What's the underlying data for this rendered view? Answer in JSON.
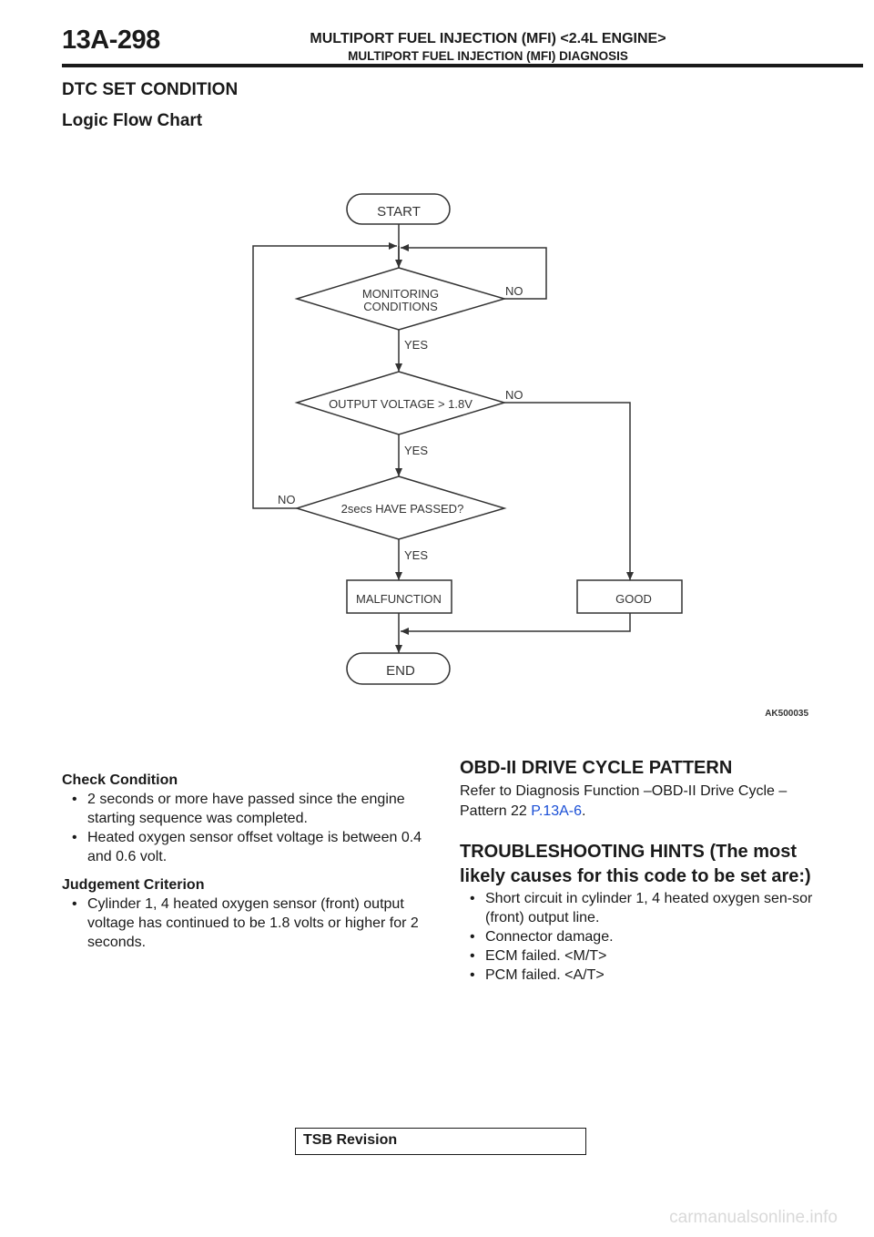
{
  "header": {
    "page_number": "13A-298",
    "title": "MULTIPORT FUEL INJECTION (MFI) <2.4L ENGINE>",
    "subtitle": "MULTIPORT FUEL INJECTION (MFI) DIAGNOSIS"
  },
  "section_heading": "DTC SET CONDITION",
  "subsection_heading": "Logic Flow Chart",
  "flowchart": {
    "start": "START",
    "monitoring_line1": "MONITORING",
    "monitoring_line2": "CONDITIONS",
    "output_voltage": "OUTPUT VOLTAGE > 1.8V",
    "passed": "2secs HAVE PASSED?",
    "malfunction": "MALFUNCTION",
    "good": "GOOD",
    "end": "END",
    "yes": "YES",
    "no": "NO",
    "figure_code": "AK500035"
  },
  "check_condition": {
    "title": "Check Condition",
    "items": [
      "2 seconds or more have passed since the engine starting sequence was completed.",
      "Heated oxygen sensor offset voltage is between 0.4 and 0.6 volt."
    ]
  },
  "judgement_criterion": {
    "title": "Judgement Criterion",
    "items": [
      "Cylinder 1, 4 heated oxygen sensor (front) output voltage has continued to be 1.8 volts or higher for 2 seconds."
    ]
  },
  "obd_drive_cycle": {
    "title": "OBD-II DRIVE CYCLE PATTERN",
    "text": "Refer to Diagnosis Function –OBD-II Drive Cycle – Pattern 22 ",
    "link": "P.13A-6",
    "period": "."
  },
  "troubleshooting_hints": {
    "title": "TROUBLESHOOTING HINTS (The most likely causes for this code to be set are:)",
    "items": [
      "Short circuit in cylinder 1, 4 heated oxygen sen-sor (front) output line.",
      "Connector damage.",
      "ECM failed. <M/T>",
      "PCM failed. <A/T>"
    ]
  },
  "footer": {
    "tsb_revision": "TSB Revision",
    "watermark": "carmanualsonline.info"
  }
}
